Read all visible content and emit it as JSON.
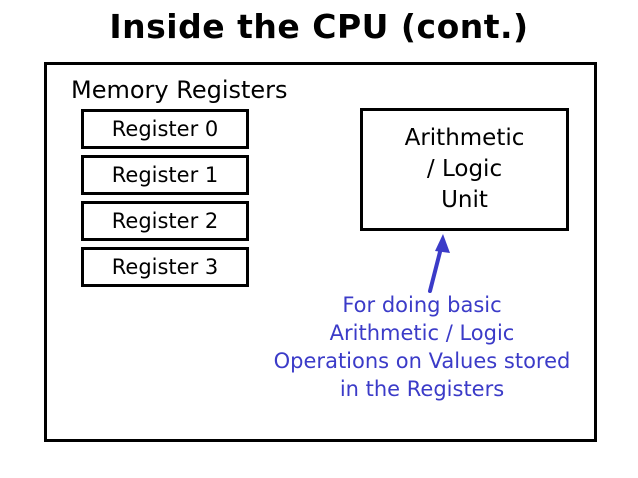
{
  "slide": {
    "title": "Inside the CPU (cont.)",
    "background_color": "#FFFFFF",
    "frame_color": "#000000",
    "accent_color": "#3B3BC8"
  },
  "memory_registers": {
    "label": "Memory Registers",
    "registers": [
      {
        "label": "Register 0"
      },
      {
        "label": "Register 1"
      },
      {
        "label": "Register 2"
      },
      {
        "label": "Register 3"
      }
    ]
  },
  "alu": {
    "lines": [
      "Arithmetic",
      "/ Logic",
      "Unit"
    ],
    "arrow": {
      "icon_name": "up-arrow-icon",
      "color": "#3B3BC8"
    },
    "caption_lines": [
      "For doing basic",
      "Arithmetic / Logic",
      "Operations on Values stored",
      "in the Registers"
    ]
  }
}
